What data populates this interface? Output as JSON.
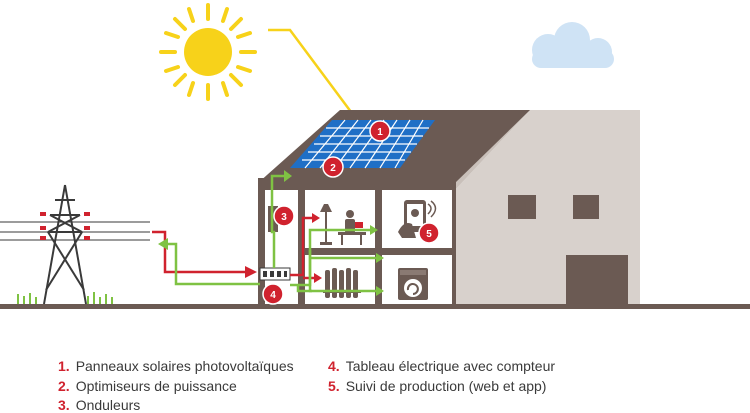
{
  "badges": [
    "1",
    "2",
    "3",
    "4",
    "5"
  ],
  "legend": {
    "items": [
      {
        "num": "1.",
        "label": "Panneaux solaires photovoltaïques"
      },
      {
        "num": "2.",
        "label": "Optimiseurs de puissance"
      },
      {
        "num": "3.",
        "label": "Onduleurs"
      },
      {
        "num": "4.",
        "label": "Tableau électrique avec compteur"
      },
      {
        "num": "5.",
        "label": "Suivi de production (web et app)"
      }
    ]
  },
  "colors": {
    "sun": "#f7d21a",
    "solar_panel": "#1f6fc6",
    "roof": "#6b5a53",
    "house_gray": "#d8d1cc",
    "ground": "#6b5a53",
    "flow_red": "#d0222e",
    "flow_green": "#7fc243",
    "badge": "#d0222e",
    "cloud": "#cfe3f5",
    "legend_num": "#d0222e",
    "text": "#3a3a3a"
  },
  "icons": [
    "sun-icon",
    "cloud-icon",
    "pylon-icon",
    "lamp-icon",
    "radiator-icon",
    "washing-machine-icon",
    "tablet-icon"
  ]
}
